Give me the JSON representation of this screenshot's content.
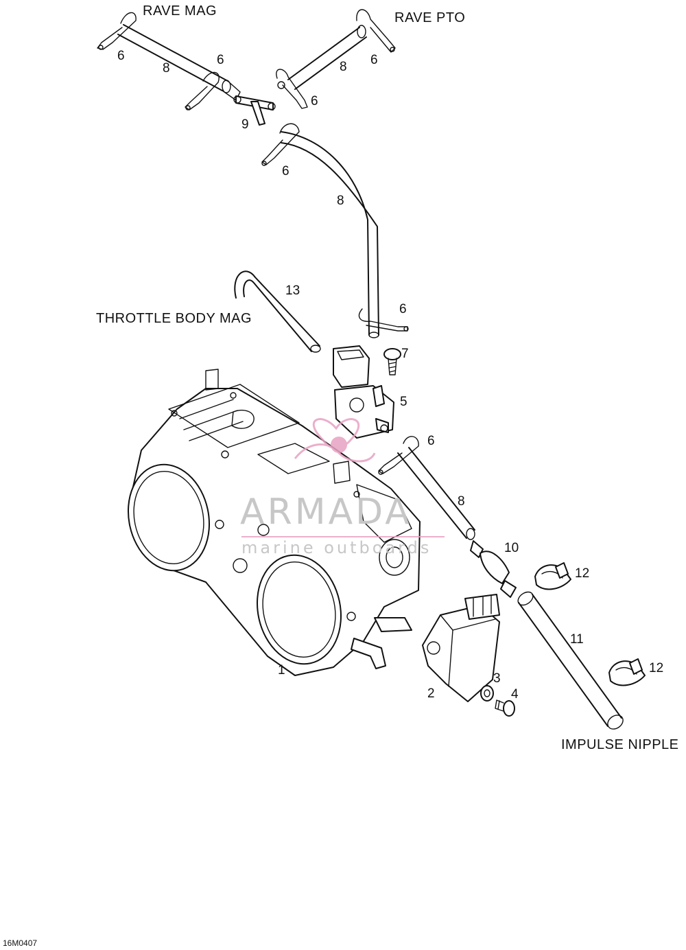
{
  "labels": {
    "rave_mag": "RAVE MAG",
    "rave_pto": "RAVE PTO",
    "throttle_body_mag": "THROTTLE BODY MAG",
    "impulse_nipple": "IMPULSE NIPPLE",
    "drawing_code": "16M0407"
  },
  "callouts": {
    "c1": "1",
    "c2": "2",
    "c3": "3",
    "c4": "4",
    "c5": "5",
    "c6": "6",
    "c7": "7",
    "c8": "8",
    "c9": "9",
    "c10": "10",
    "c11": "11",
    "c12": "12",
    "c13": "13"
  },
  "watermark": {
    "brand": "ARMADA",
    "tagline": "marine outboards",
    "logo_color": "#e7a2c3",
    "text_color": "#c7c7c7",
    "icon": "armada-logo-icon"
  }
}
